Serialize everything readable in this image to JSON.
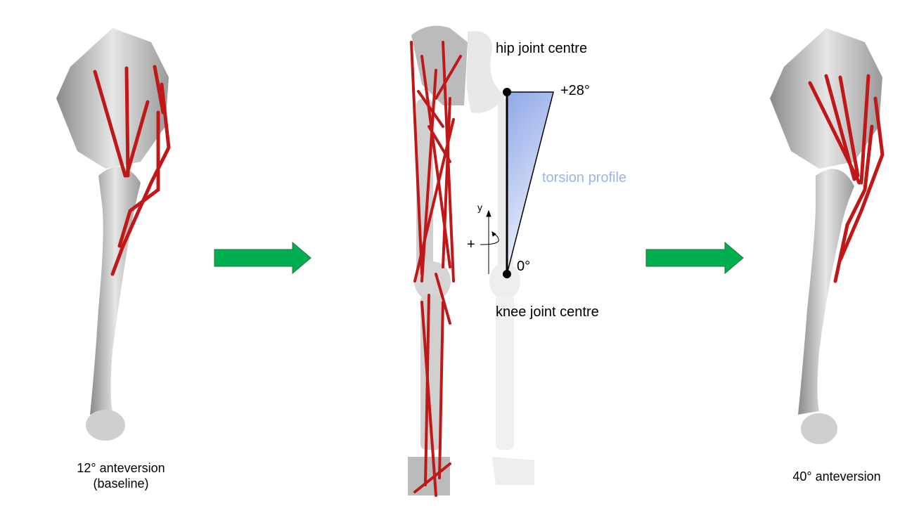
{
  "labels": {
    "hip_joint_centre": "hip joint centre",
    "knee_joint_centre": "knee joint centre",
    "torsion_profile": "torsion profile",
    "top_angle": "+28°",
    "bottom_angle": "0°",
    "axis_y": "y",
    "rotation_sign": "+"
  },
  "captions": {
    "baseline_line1": "12° anteversion",
    "baseline_line2": "(baseline)",
    "modified": "40° anteversion"
  },
  "colors": {
    "muscle": "#c01818",
    "arrow": "#00b050",
    "torsion_fill": "#8fa8e8",
    "torsion_text": "#9db3ea",
    "bone": "#d4d4d4"
  }
}
